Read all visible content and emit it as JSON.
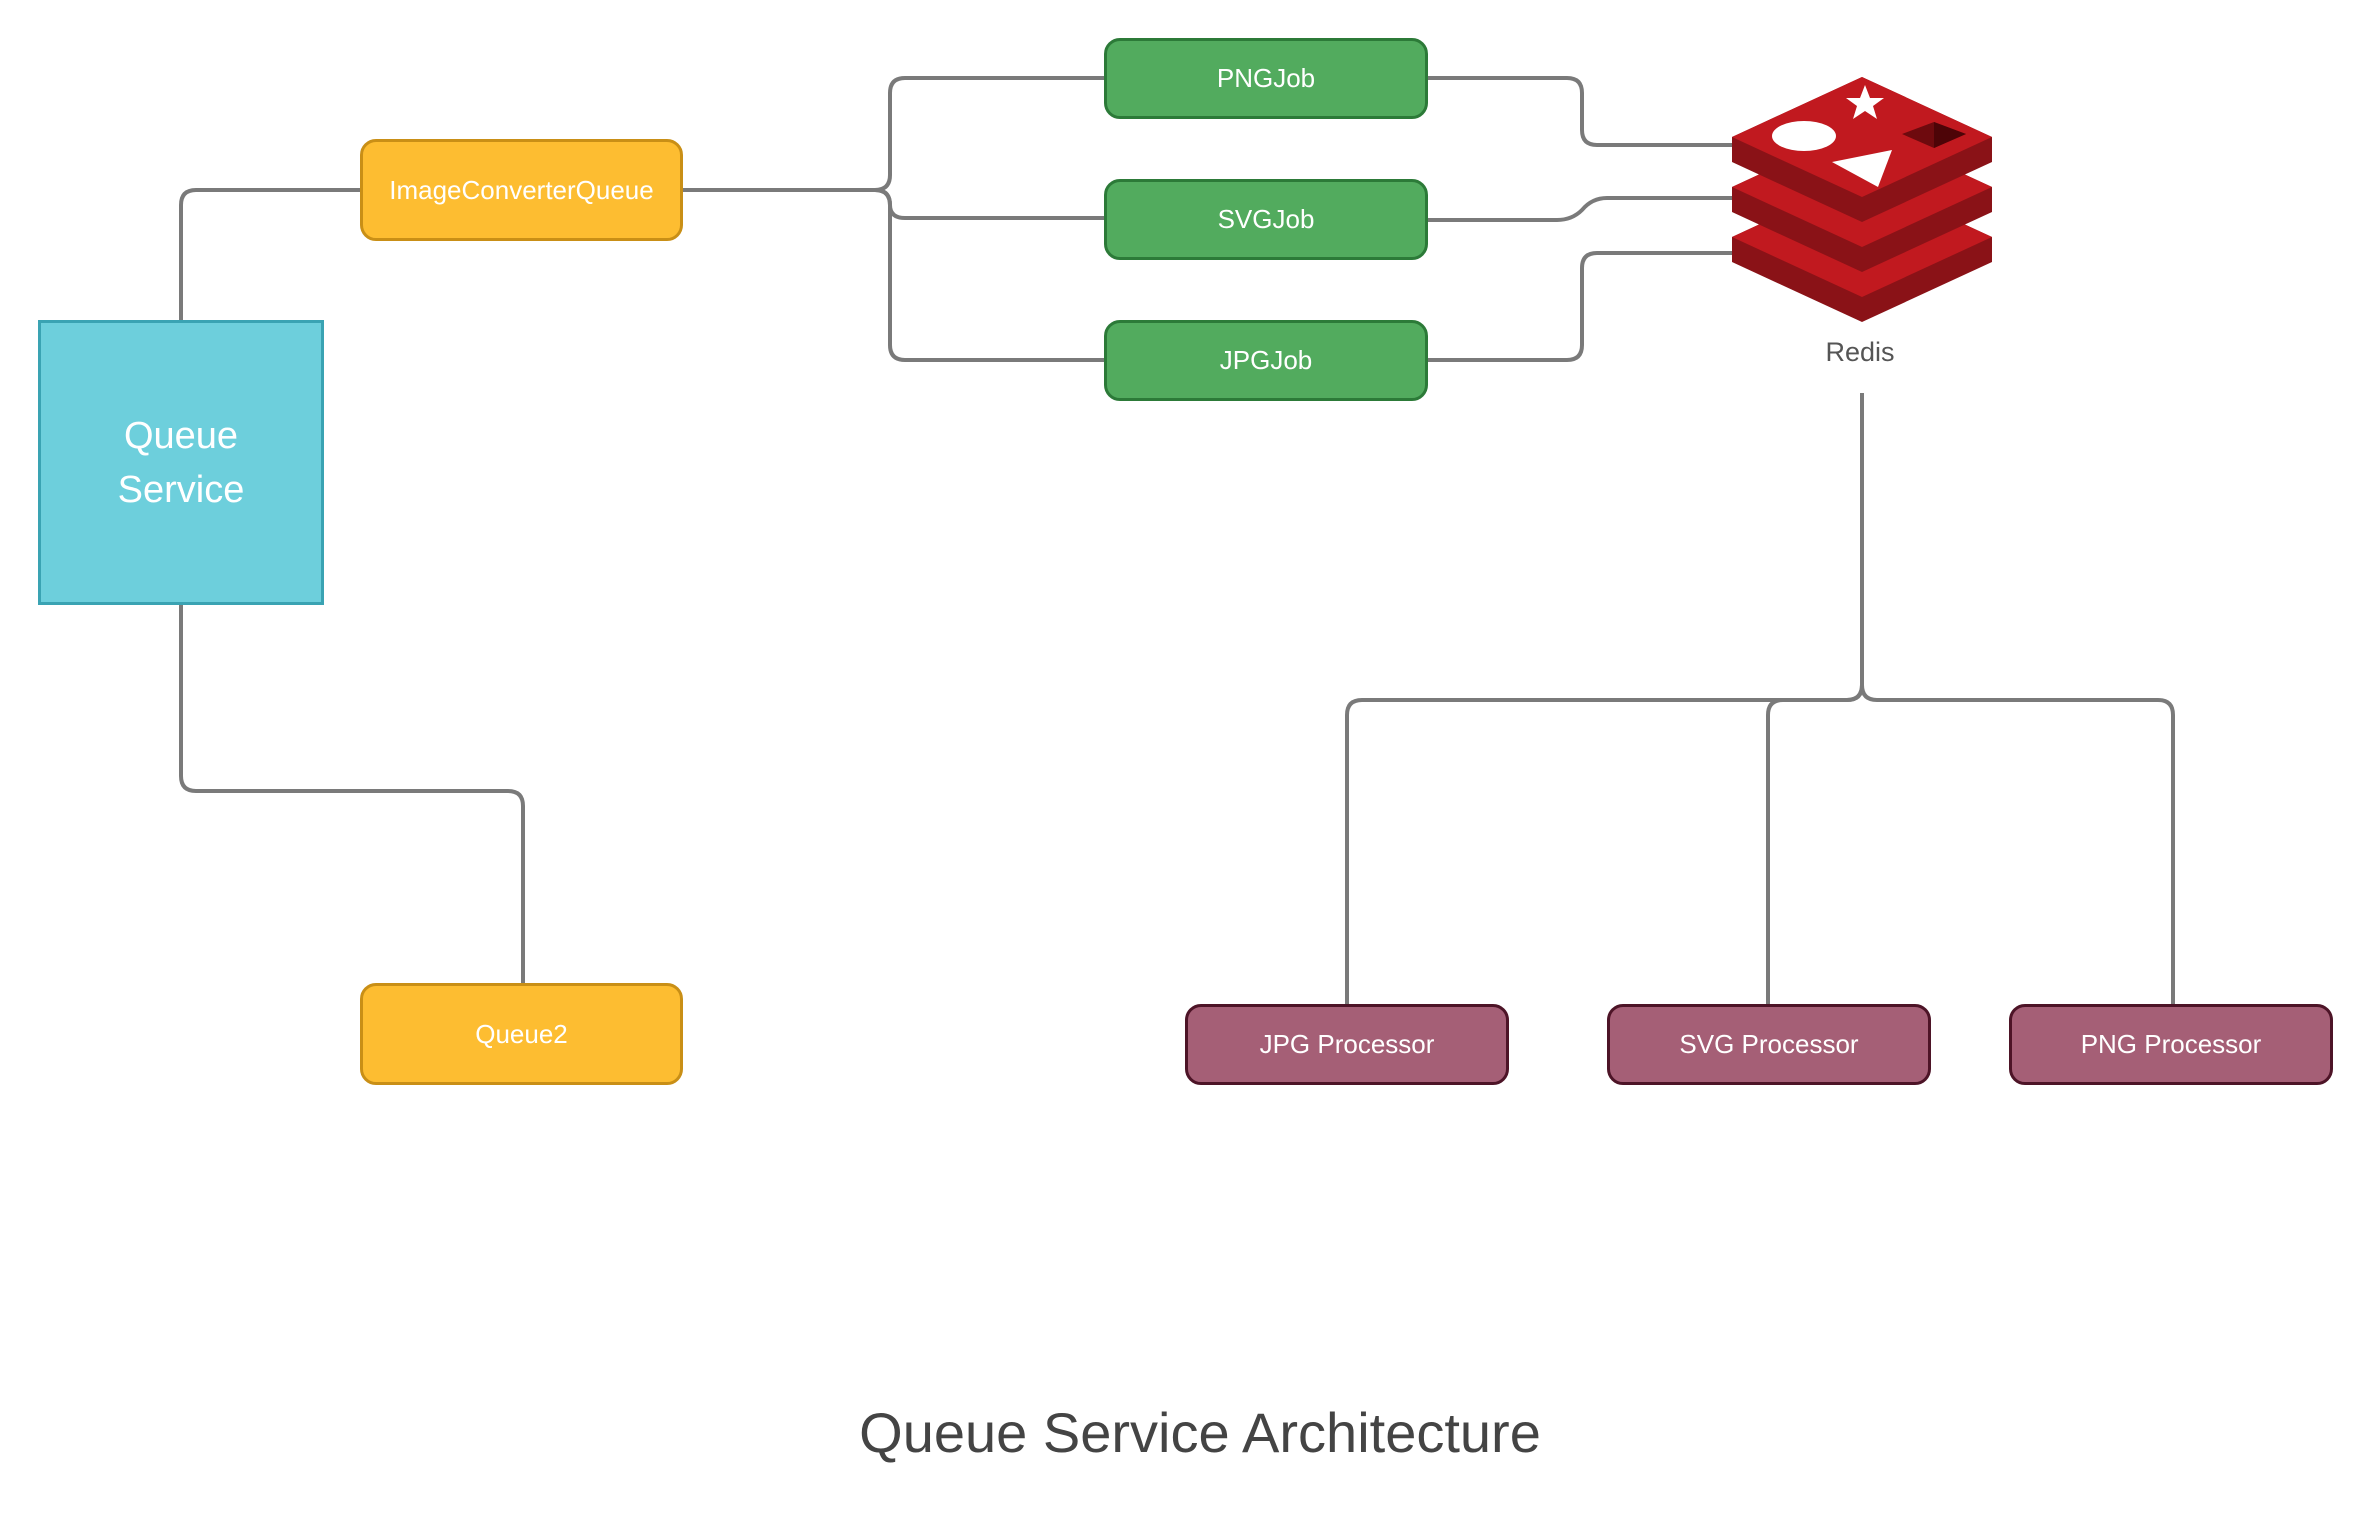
{
  "diagram": {
    "title": "Queue Service Architecture",
    "nodes": {
      "queue_service": "Queue Service",
      "image_converter_queue": "ImageConverterQueue",
      "queue2": "Queue2",
      "png_job": "PNGJob",
      "svg_job": "SVGJob",
      "jpg_job": "JPGJob",
      "redis": "Redis",
      "jpg_processor": "JPG Processor",
      "svg_processor": "SVG Processor",
      "png_processor": "PNG Processor"
    },
    "edges": [
      {
        "from": "Queue Service",
        "to": "ImageConverterQueue"
      },
      {
        "from": "Queue Service",
        "to": "Queue2"
      },
      {
        "from": "ImageConverterQueue",
        "to": "PNGJob"
      },
      {
        "from": "ImageConverterQueue",
        "to": "SVGJob"
      },
      {
        "from": "ImageConverterQueue",
        "to": "JPGJob"
      },
      {
        "from": "PNGJob",
        "to": "Redis"
      },
      {
        "from": "SVGJob",
        "to": "Redis"
      },
      {
        "from": "JPGJob",
        "to": "Redis"
      },
      {
        "from": "Redis",
        "to": "JPG Processor"
      },
      {
        "from": "Redis",
        "to": "SVG Processor"
      },
      {
        "from": "Redis",
        "to": "PNG Processor"
      }
    ],
    "icons": {
      "redis": "redis-logo-icon"
    },
    "colors": {
      "queue_service": "#6dcfdc",
      "queue": "#fdbd31",
      "job": "#52ab5e",
      "processor": "#a55f76",
      "redis": "#c1191f",
      "connector": "#7a7a7a"
    }
  }
}
